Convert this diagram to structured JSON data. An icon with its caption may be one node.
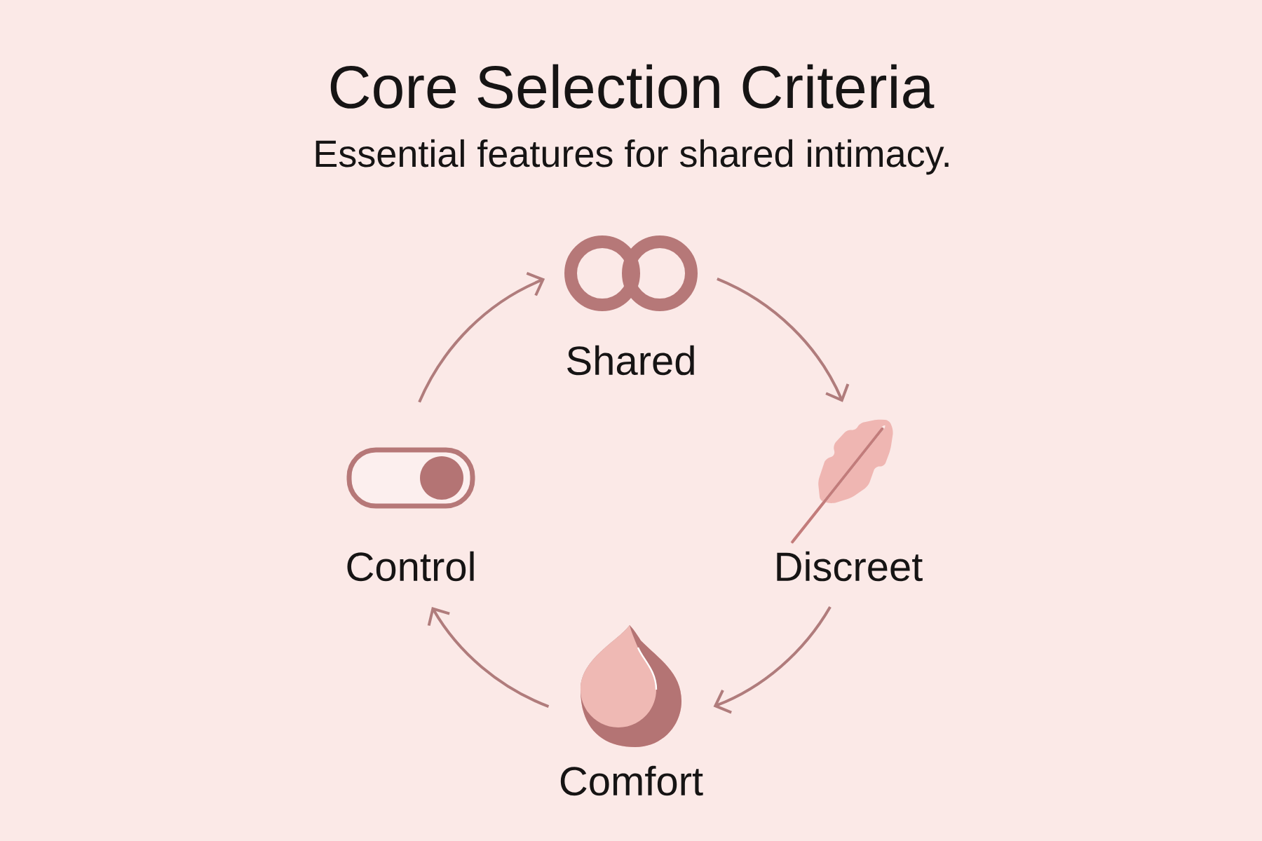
{
  "diagram": {
    "title": "Core Selection Criteria",
    "nodes": [
      {
        "text": [
          "Shared"
        ]
      },
      {
        "text": [
          "Control"
        ]
      },
      {
        "text": [
          "Discreet"
        ]
      },
      {
        "text": [
          "Comfort"
        ]
      }
    ],
    "edges": [
      {
        "from": 0,
        "to": 2,
        "arrow": "to"
      },
      {
        "from": 2,
        "to": 3,
        "arrow": "to"
      },
      {
        "from": 3,
        "to": 1,
        "arrow": "to"
      },
      {
        "from": 1,
        "to": 0,
        "arrow": "to"
      }
    ],
    "labels": [
      "Essential features for shared intimacy."
    ]
  }
}
